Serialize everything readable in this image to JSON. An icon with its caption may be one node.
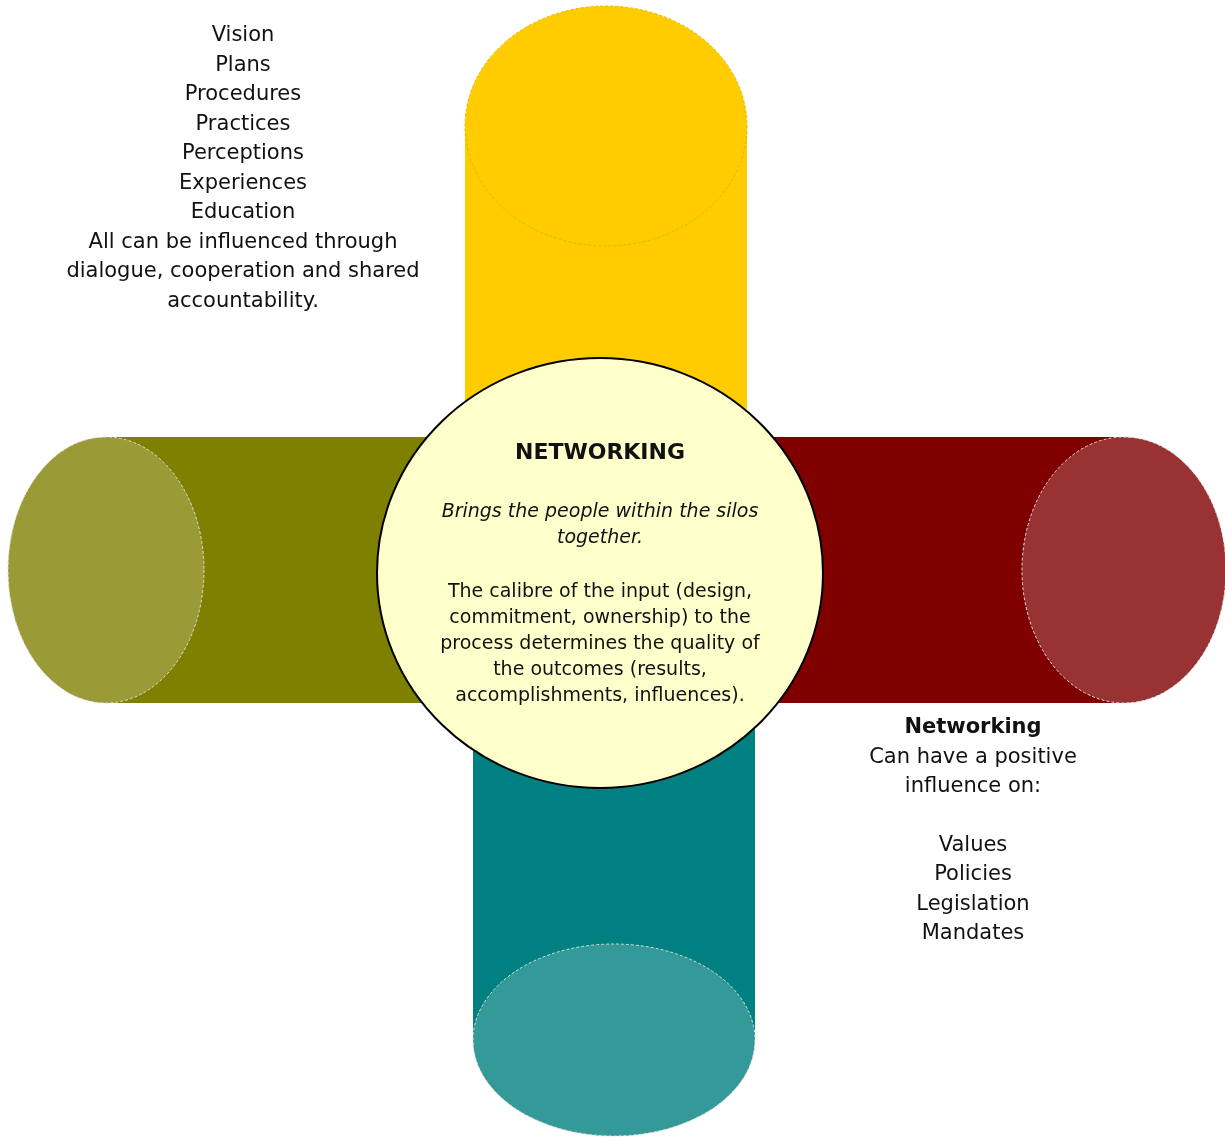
{
  "diagram": {
    "nodes": [
      {
        "text": [],
        "shape": "cylinder"
      },
      {
        "text": [],
        "shape": "cylinder"
      },
      {
        "text": [],
        "shape": "cylinder"
      },
      {
        "text": [],
        "shape": "cylinder"
      },
      {
        "text": [
          "NETWORKING",
          "Brings the people within the silos together.",
          "The calibre of the input (design, commitment, ownership) to the process determines the quality of the outcomes (results, accomplishments, influences)."
        ]
      }
    ],
    "labels": [
      "Vision",
      "Plans",
      "Procedures",
      "Practices",
      "Perceptions",
      "Experiences",
      "Education",
      "All can be influenced through dialogue, cooperation and shared accountability.",
      "Networking",
      "Can have a positive influence on:",
      "Values",
      "Policies",
      "Legislation",
      "Mandates"
    ]
  }
}
